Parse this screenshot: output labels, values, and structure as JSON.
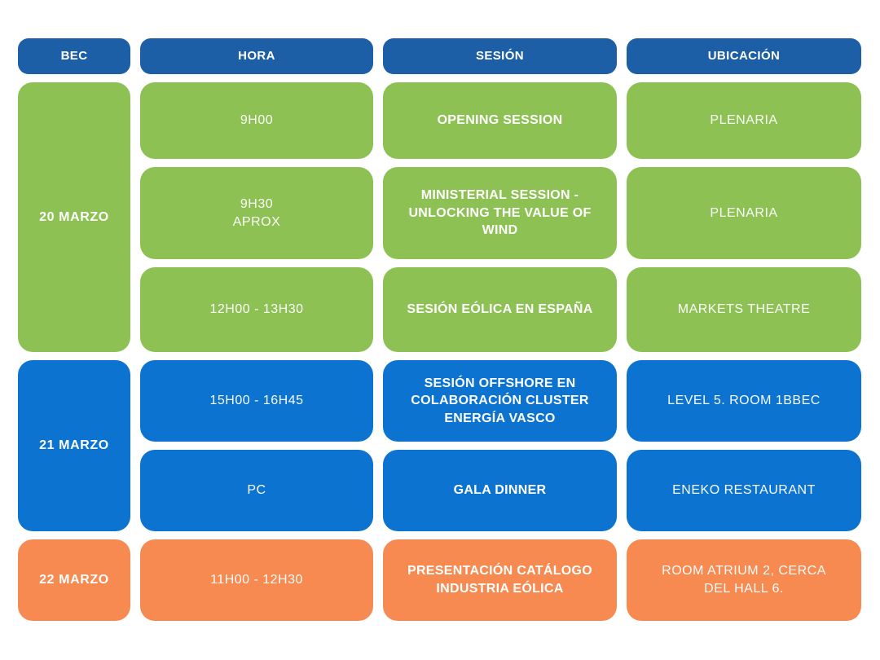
{
  "colors": {
    "background": "#FFFFFF",
    "header_blue": "#1C5FA6",
    "day_blue": "#0C74D0",
    "green": "#8DC153",
    "orange": "#F68A50",
    "text": "#FFFFFF"
  },
  "schedule": {
    "headers": [
      "BEC",
      "HORA",
      "SESIÓN",
      "UBICACIÓN"
    ],
    "groups": [
      {
        "day": "20 MARZO",
        "color_key": "green",
        "rows": [
          {
            "hora": "9H00",
            "sesion": "OPENING SESSION",
            "ubicacion": "PLENARIA"
          },
          {
            "hora": "9H30\nAPROX",
            "sesion": "MINISTERIAL SESSION - UNLOCKING THE VALUE OF WIND",
            "ubicacion": "PLENARIA"
          },
          {
            "hora": "12H00 - 13H30",
            "sesion": "SESIÓN EÓLICA EN ESPAÑA",
            "ubicacion": "MARKETS THEATRE"
          }
        ]
      },
      {
        "day": "21 MARZO",
        "color_key": "day_blue",
        "rows": [
          {
            "hora": "15H00 - 16H45",
            "sesion": "SESIÓN OFFSHORE EN COLABORACIÓN CLUSTER ENERGÍA VASCO",
            "ubicacion": "LEVEL 5. ROOM 1BBEC"
          },
          {
            "hora": "PC",
            "sesion": "GALA DINNER",
            "ubicacion": "ENEKO RESTAURANT"
          }
        ]
      },
      {
        "day": "22 MARZO",
        "color_key": "orange",
        "rows": [
          {
            "hora": "11H00 - 12H30",
            "sesion": "PRESENTACIÓN CATÁLOGO INDUSTRIA EÓLICA",
            "ubicacion": "ROOM ATRIUM 2, CERCA DEL HALL 6."
          }
        ]
      }
    ]
  }
}
